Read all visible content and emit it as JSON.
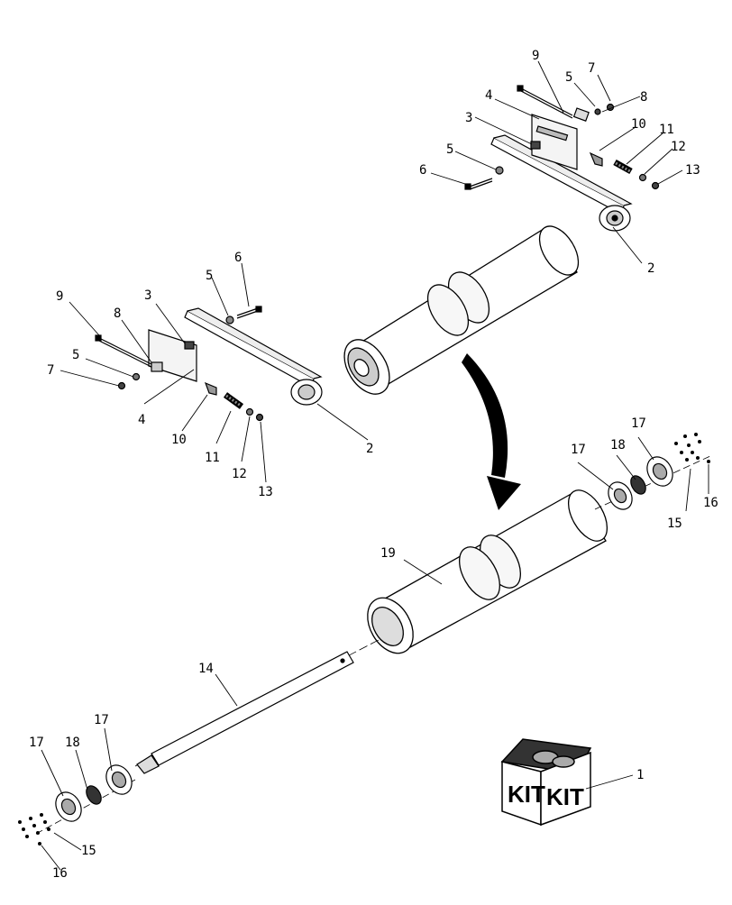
{
  "diagram": {
    "type": "exploded-parts-view",
    "kit_label_left": "KIT",
    "kit_label_right": "KIT",
    "callouts": {
      "c1": "1",
      "c2a": "2",
      "c2b": "2",
      "c3a": "3",
      "c3b": "3",
      "c4a": "4",
      "c4b": "4",
      "c5a": "5",
      "c5b": "5",
      "c5c": "5",
      "c5d": "5",
      "c6a": "6",
      "c6b": "6",
      "c7a": "7",
      "c7b": "7",
      "c8a": "8",
      "c8b": "8",
      "c9a": "9",
      "c9b": "9",
      "c10a": "10",
      "c10b": "10",
      "c11a": "11",
      "c11b": "11",
      "c12a": "12",
      "c12b": "12",
      "c13a": "13",
      "c13b": "13",
      "c14": "14",
      "c15a": "15",
      "c15b": "15",
      "c16a": "16",
      "c16b": "16",
      "c17a": "17",
      "c17b": "17",
      "c17c": "17",
      "c17d": "17",
      "c18a": "18",
      "c18b": "18",
      "c19": "19"
    }
  }
}
